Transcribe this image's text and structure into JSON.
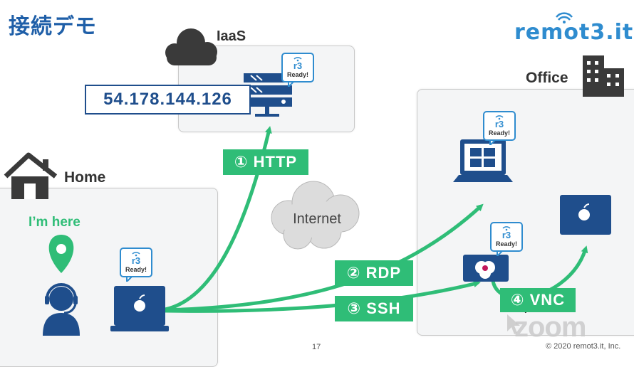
{
  "slide": {
    "title": "接続デモ",
    "logo": "remot3.it",
    "page_number": "17",
    "copyright": "© 2020 remot3.it, Inc.",
    "watermark": "zoom"
  },
  "zones": {
    "iaas": "IaaS",
    "office": "Office",
    "home": "Home"
  },
  "ip_address": "54.178.144.126",
  "badge": {
    "r3": "r3",
    "ready": "Ready!"
  },
  "user_label": "I’m here",
  "internet_label": "Internet",
  "connections": [
    {
      "label": "① HTTP"
    },
    {
      "label": "② RDP"
    },
    {
      "label": "③ SSH"
    },
    {
      "label": "④ VNC"
    }
  ],
  "colors": {
    "title_blue": "#1f5fa8",
    "device_navy": "#1f4e8c",
    "arrow_green": "#2fbd77",
    "badge_blue": "#2f8ccf"
  }
}
